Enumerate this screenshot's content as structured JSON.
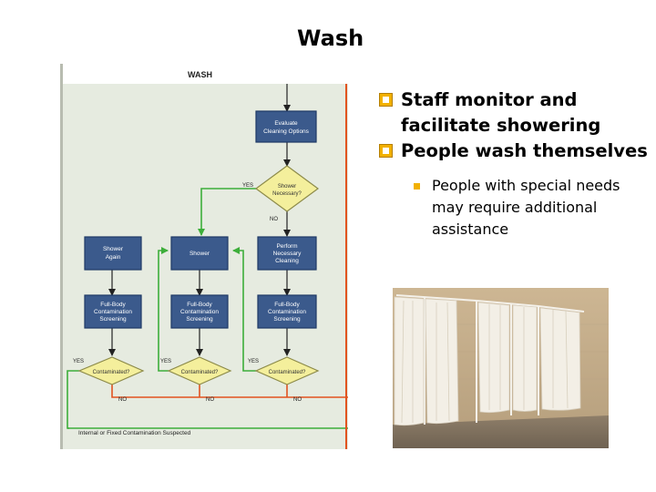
{
  "slide": {
    "title": "Wash",
    "bullets": [
      {
        "text": "Staff monitor and facilitate showering"
      },
      {
        "text": "People wash themselves"
      }
    ],
    "sub_bullets": [
      {
        "text": "People with special needs may require additional assistance"
      }
    ]
  },
  "flowchart": {
    "header": "WASH",
    "boxes": {
      "evaluate": [
        "Evaluate",
        "Cleaning Options"
      ],
      "perform": [
        "Perform",
        "Necessary",
        "Cleaning"
      ],
      "shower_again": [
        "Shower",
        "Again"
      ],
      "shower": [
        "Shower"
      ],
      "screen_left": [
        "Full-Body",
        "Contamination",
        "Screening"
      ],
      "screen_mid": [
        "Full-Body",
        "Contamination",
        "Screening"
      ],
      "screen_right": [
        "Full-Body",
        "Contamination",
        "Screening"
      ]
    },
    "diamonds": {
      "shower_necessary": [
        "Shower",
        "Necessary?"
      ],
      "contaminated_left": [
        "Contaminated?"
      ],
      "contaminated_mid": [
        "Contaminated?"
      ],
      "contaminated_right": [
        "Contaminated?"
      ]
    },
    "labels": {
      "yes_top": "YES",
      "no_top": "NO",
      "yes_left": "YES",
      "yes_mid": "YES",
      "yes_right": "YES",
      "no_left": "NO",
      "no_mid": "NO",
      "no_right": "NO"
    },
    "footer": "Internal or Fixed Contamination Suspected",
    "colors": {
      "background": "#e6ebe0",
      "header_bar": "#ffffff",
      "box_fill": "#3b5a8c",
      "box_border": "#1f3a66",
      "diamond_fill": "#f4ef9c",
      "diamond_border": "#8d8b4a",
      "arrow": "#222222",
      "yes_line": "#3dae3a",
      "no_line": "#e2531f"
    }
  },
  "photo": {
    "subject": "shower-stalls-photo"
  }
}
